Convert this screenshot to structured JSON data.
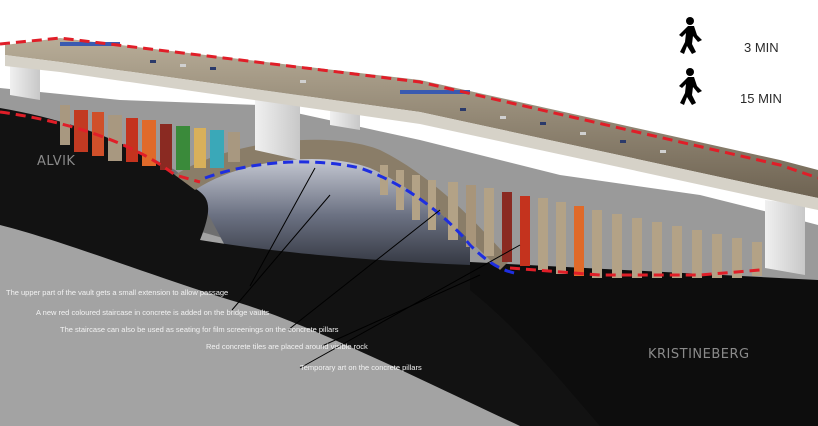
{
  "places": {
    "west": "ALVIK",
    "east": "KRISTINEBERG"
  },
  "legend": [
    {
      "label": "3 MIN",
      "color": "#1e2ee0",
      "icon": "walking-person-icon"
    },
    {
      "label": "15 MIN",
      "color": "#e01e28",
      "icon": "walking-person-icon"
    }
  ],
  "annotations": [
    "The upper part of the vault gets a small extension to allow passage",
    "A new red coloured staircase in concrete is added on the bridge vaults",
    "The staircase can also be used as seating for film screenings on the concrete pillars",
    "Red concrete tiles are placed around visible rock",
    "Temporary art on the concrete pillars"
  ],
  "colors": {
    "route_short": "#1e2ee0",
    "route_long": "#e01e28",
    "ground": "#111111",
    "deck": "#8a7d68"
  }
}
